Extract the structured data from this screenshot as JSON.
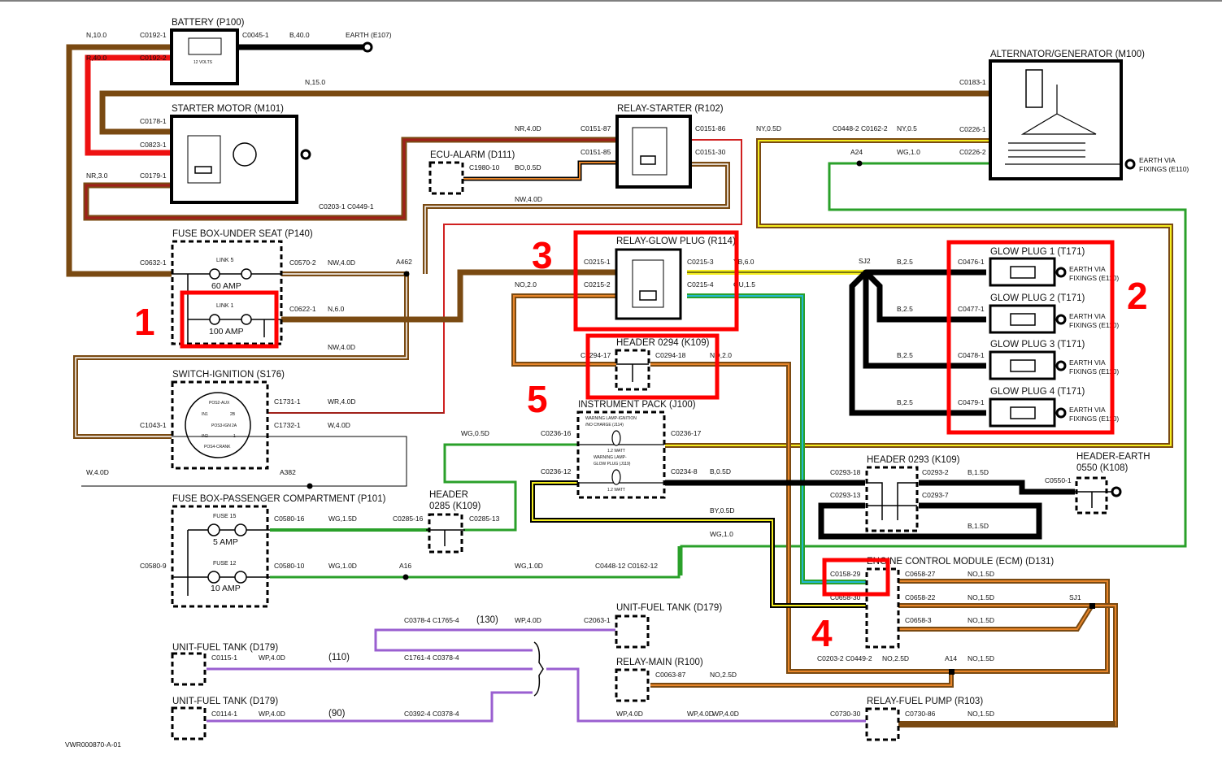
{
  "colors": {
    "brown": "#7a4a12",
    "red": "#ee1111",
    "darkred": "#a0201a",
    "orange": "#e8862a",
    "yellow": "#f5ee1f",
    "green": "#2aa02a",
    "cyan": "#22b8d0",
    "purple": "#9a5fd0",
    "black": "#000000",
    "highlight": "#ff0000"
  },
  "drawing_id": "VWR000870-A-01",
  "callouts": [
    "1",
    "2",
    "3",
    "4",
    "5"
  ],
  "components": {
    "battery": {
      "title": "BATTERY (P100)",
      "voltage": "12 VOLTS",
      "pin1": "C0192-1",
      "pin2": "C0192-2",
      "out": "C0045-1"
    },
    "earth_e107": "EARTH (E107)",
    "starter": {
      "title": "STARTER MOTOR (M101)",
      "pin_a": "C0178-1",
      "pin_b": "C0823-1",
      "pin_c": "C0179-1"
    },
    "relay_starter": {
      "title": "RELAY-STARTER (R102)",
      "p87": "C0151-87",
      "p85": "C0151-85",
      "p86": "C0151-86",
      "p30": "C0151-30"
    },
    "ecu_alarm": {
      "title": "ECU-ALARM (D111)",
      "pin": "C1980-10"
    },
    "alternator": {
      "title": "ALTERNATOR/GENERATOR (M100)",
      "p_b": "C0183-1",
      "p1": "C0226-1",
      "p2": "C0226-2",
      "earth_1": "EARTH VIA",
      "earth_2": "FIXINGS (E110)"
    },
    "fusebox_seat": {
      "title": "FUSE BOX-UNDER SEAT (P140)",
      "in": "C0632-1",
      "link5": "LINK 5",
      "link5_amp": "60 AMP",
      "link1": "LINK 1",
      "link1_amp": "100 AMP",
      "out1": "C0570-2",
      "out2": "C0622-1"
    },
    "relay_glow": {
      "title": "RELAY-GLOW PLUG (R114)",
      "p1": "C0215-1",
      "p2": "C0215-2",
      "p3": "C0215-3",
      "p4": "C0215-4"
    },
    "header_0294": {
      "title": "HEADER 0294 (K109)",
      "p17": "C0294-17",
      "p18": "C0294-18"
    },
    "glow_plugs": [
      {
        "title": "GLOW PLUG 1 (T171)",
        "pin": "C0476-1",
        "wire": "B,2.5",
        "earth_1": "EARTH VIA",
        "earth_2": "FIXINGS (E110)"
      },
      {
        "title": "GLOW PLUG 2 (T171)",
        "pin": "C0477-1",
        "wire": "B,2.5",
        "earth_1": "EARTH VIA",
        "earth_2": "FIXINGS (E110)"
      },
      {
        "title": "GLOW PLUG 3 (T171)",
        "pin": "C0478-1",
        "wire": "B,2.5",
        "earth_1": "EARTH VIA",
        "earth_2": "FIXINGS (E110)"
      },
      {
        "title": "GLOW PLUG 4 (T171)",
        "pin": "C0479-1",
        "wire": "B,2.5",
        "earth_1": "EARTH VIA",
        "earth_2": "FIXINGS (E110)"
      }
    ],
    "ignition": {
      "title": "SWITCH-IGNITION (S176)",
      "in": "C1043-1",
      "out1": "C1731-1",
      "out2": "C1732-1",
      "pos_aux": "POS2-AUX",
      "pos_ign": "POS3-IGN",
      "pos_crank": "POS4-CRANK",
      "in1": "IN1",
      "in2": "IN2",
      "t2b": "2B",
      "t2a": "2A",
      "t1": "1"
    },
    "instrument": {
      "title": "INSTRUMENT PACK (J100)",
      "lamp1_a": "WARNING LAMP-IGNITION",
      "lamp1_b": "/NO CHARGE (J114)",
      "lamp2_a": "WARNING LAMP-",
      "lamp2_b": "GLOW PLUG (J119)",
      "watt": "1.2 WATT",
      "p16": "C0236-16",
      "p17": "C0236-17",
      "p12": "C0236-12",
      "p8": "C0234-8"
    },
    "header_0293": {
      "title": "HEADER 0293 (K109)",
      "p18": "C0293-18",
      "p13": "C0293-13",
      "p2": "C0293-2",
      "p7": "C0293-7"
    },
    "header_earth": {
      "title_1": "HEADER-EARTH",
      "title_2": "0550 (K108)",
      "pin": "C0550-1"
    },
    "fusebox_pass": {
      "title": "FUSE BOX-PASSENGER COMPARTMENT (P101)",
      "in": "C0580-9",
      "f15": "FUSE 15",
      "f15_amp": "5 AMP",
      "f12": "FUSE 12",
      "f12_amp": "10 AMP",
      "out1": "C0580-16",
      "out2": "C0580-10"
    },
    "header_0285": {
      "title_1": "HEADER",
      "title_2": "0285 (K109)",
      "p16": "C0285-16",
      "p13": "C0285-13"
    },
    "ecm": {
      "title": "ENGINE CONTROL MODULE (ECM) (D131)",
      "p29": "C0158-29",
      "p30": "C0658-30",
      "p27": "C0658-27",
      "p22": "C0658-22",
      "p3": "C0658-3"
    },
    "fuel_tank_top": {
      "title": "UNIT-FUEL TANK (D179)",
      "pin": "C2063-1"
    },
    "relay_main": {
      "title": "RELAY-MAIN (R100)",
      "pin": "C0063-87"
    },
    "fuel_tank_a": {
      "title": "UNIT-FUEL TANK (D179)",
      "pin": "C0115-1"
    },
    "fuel_tank_b": {
      "title": "UNIT-FUEL TANK (D179)",
      "pin": "C0114-1"
    },
    "relay_fuel": {
      "title": "RELAY-FUEL PUMP (R103)",
      "p30": "C0730-30",
      "p86": "C0730-86"
    }
  },
  "wire_labels": {
    "n10": "N,10.0",
    "r40": "R,40.0",
    "b40": "B,40.0",
    "n15": "N,15.0",
    "nr30": "NR,3.0",
    "nr40d": "NR,4.0D",
    "bo05d": "BO,0.5D",
    "nw40d_a": "NW,4.0D",
    "ny05d": "NY,0.5D",
    "ny05": "NY,0.5",
    "wg10": "WG,1.0",
    "nw40d_b": "NW,4.0D",
    "n60": "N,6.0",
    "nw40d_c": "NW,4.0D",
    "yb60": "YB,6.0",
    "gu15": "GU,1.5",
    "no20_a": "NO,2.0",
    "no20_b": "NO,2.0",
    "wr40d": "WR,4.0D",
    "w40d_a": "W,4.0D",
    "w40d_b": "W,4.0D",
    "wg05d": "WG,0.5D",
    "b05d": "B,0.5D",
    "by05d": "BY,0.5D",
    "wg10_b": "WG,1.0",
    "b15d_a": "B,1.5D",
    "b15d_b": "B,1.5D",
    "wg15d": "WG,1.5D",
    "wg10d_a": "WG,1.0D",
    "wg10d_b": "WG,1.0D",
    "no15d_a": "NO,1.5D",
    "no15d_b": "NO,1.5D",
    "no15d_c": "NO,1.5D",
    "no25d_a": "NO,2.5D",
    "no15d_d": "NO,1.5D",
    "no25d_b": "NO,2.5D",
    "no15d_e": "NO,1.5D",
    "wp40d_a": "WP,4.0D",
    "wp40d_b": "WP,4.0D",
    "wp40d_c": "WP,4.0D",
    "wp40d_d": "WP,4.0D",
    "wp40d_e": "WP,4.0D",
    "wp40d_f": "WP,4.0D",
    "c130": "(130)",
    "c110": "(110)",
    "c90": "(90)"
  },
  "splices": {
    "c0203_1": "C0203-1 C0449-1",
    "c0448_2": "C0448-2 C0162-2",
    "a24": "A24",
    "a462": "A462",
    "sj2": "SJ2",
    "a382": "A382",
    "a16": "A16",
    "c0448_12": "C0448-12 C0162-12",
    "sj1": "SJ1",
    "c0203_2": "C0203-2 C0449-2",
    "a14": "A14",
    "c0378_a": "C0378-4 C1765-4",
    "c1761": "C1761-4 C0378-4",
    "c0392": "C0392-4 C0378-4"
  }
}
